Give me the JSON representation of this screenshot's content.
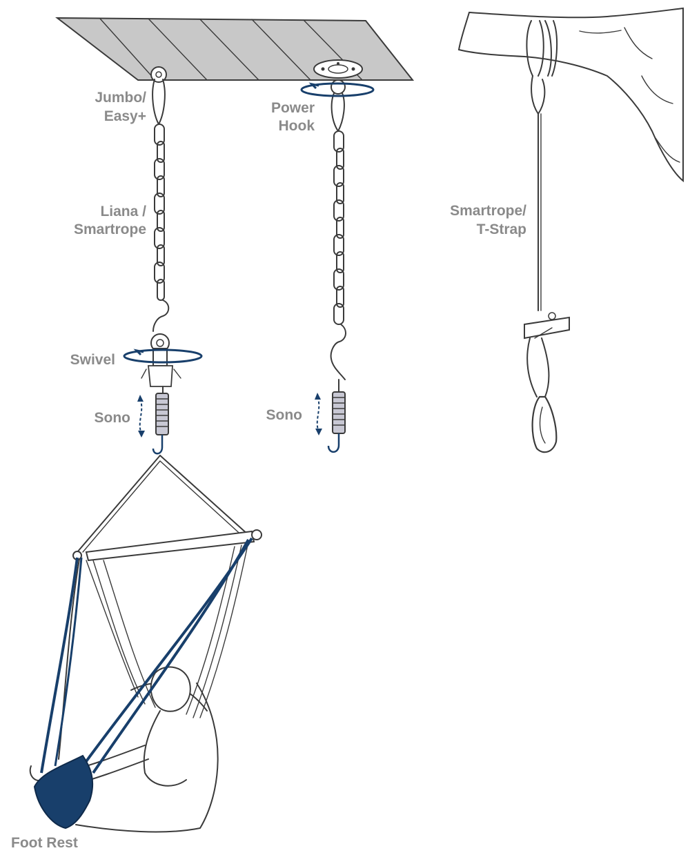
{
  "labels": {
    "jumbo_line1": "Jumbo/",
    "jumbo_line2": "Easy+",
    "liana_line1": "Liana /",
    "liana_line2": "Smartrope",
    "swivel": "Swivel",
    "sono_left": "Sono",
    "power_line1": "Power",
    "power_line2": "Hook",
    "sono_mid": "Sono",
    "smartrope_line1": "Smartrope/",
    "smartrope_line2": "T-Strap",
    "foot_rest": "Foot Rest"
  },
  "colors": {
    "accent": "#183f6b",
    "label": "#8a8a8a",
    "ceiling": "#c8c8c8",
    "outline": "#3a3a3a"
  }
}
